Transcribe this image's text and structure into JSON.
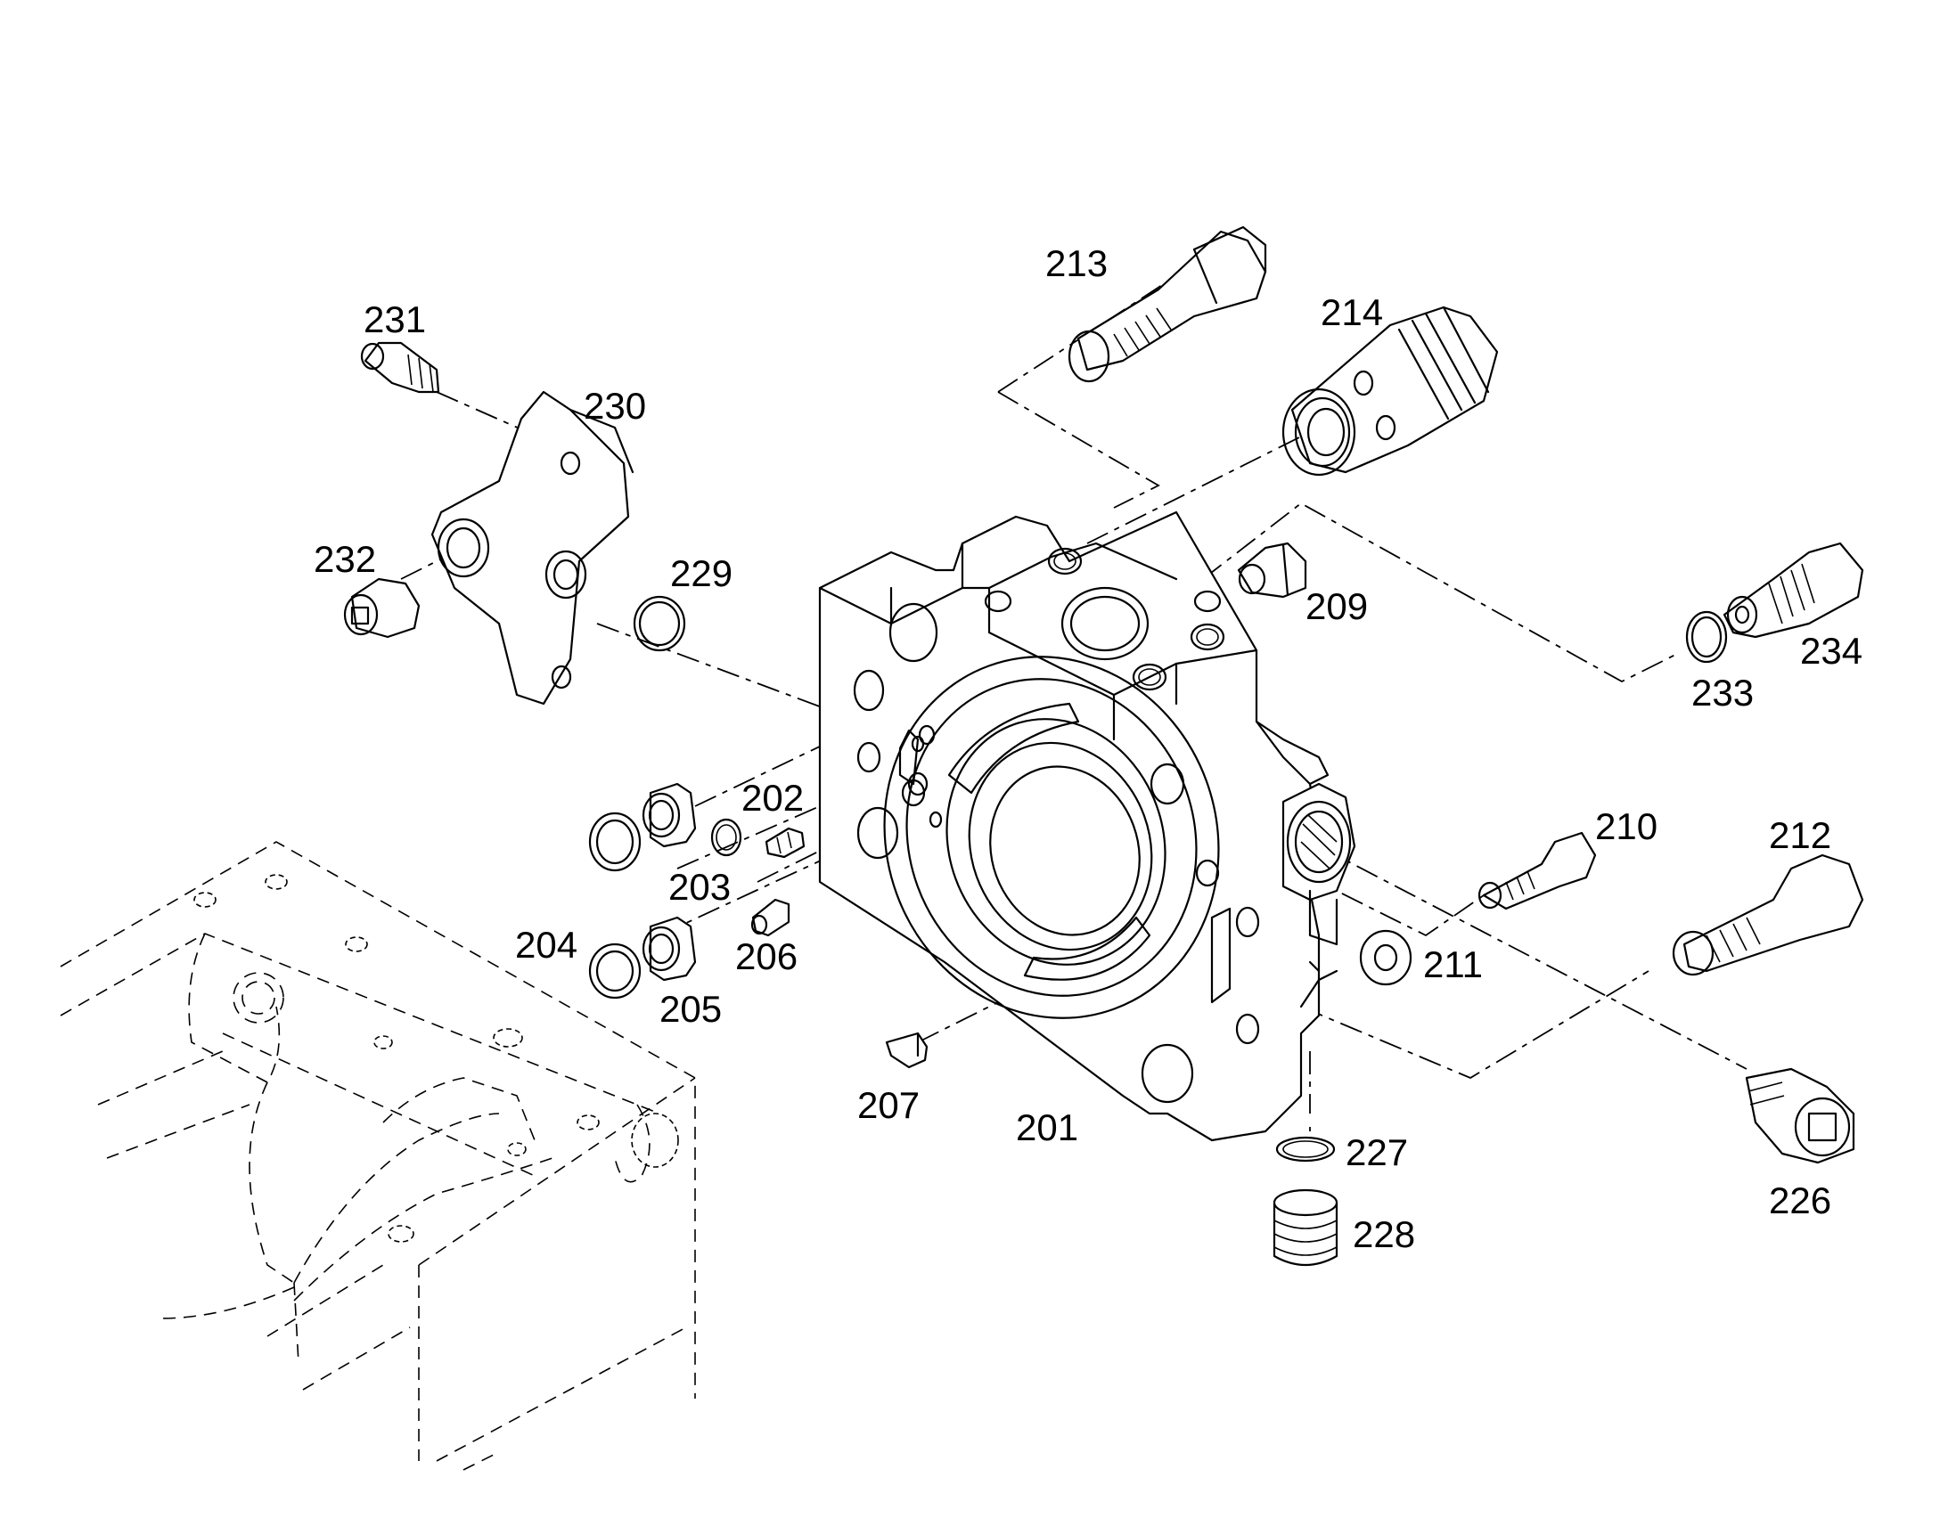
{
  "labels": {
    "p201": "201",
    "p202": "202",
    "p203": "203",
    "p204": "204",
    "p205": "205",
    "p206": "206",
    "p207": "207",
    "p209": "209",
    "p210": "210",
    "p211": "211",
    "p212": "212",
    "p213": "213",
    "p214": "214",
    "p226": "226",
    "p227": "227",
    "p228": "228",
    "p229": "229",
    "p230": "230",
    "p231": "231",
    "p232": "232",
    "p233": "233",
    "p234": "234"
  }
}
